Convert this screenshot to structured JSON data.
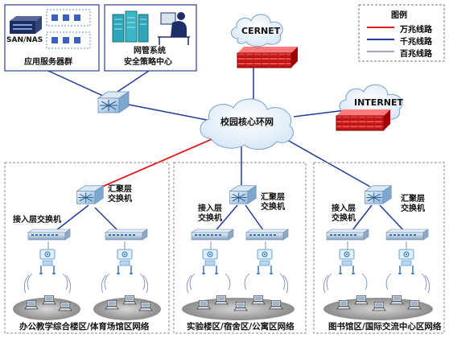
{
  "app_servers": {
    "caption": "应用服务器群",
    "san": "SAN/NAS"
  },
  "mgmt": {
    "line1": "网管系统",
    "line2": "安全策略中心"
  },
  "clouds": {
    "cernet": "CERNET",
    "internet": "INTERNET",
    "core": "校园核心环网"
  },
  "legend": {
    "title": "图例",
    "items": [
      {
        "label": "万兆线路",
        "color": "#e01c1c"
      },
      {
        "label": "千兆线路",
        "color": "#1f3a9a"
      },
      {
        "label": "百兆线路",
        "color": "#9aa2b8"
      }
    ]
  },
  "zones": [
    {
      "agg": "汇聚层\n交换机",
      "access": "接入层交换机",
      "caption": "办公教学综合楼区/体育场馆区网络"
    },
    {
      "agg": "汇聚层\n交换机",
      "access": "接入层\n交换机",
      "caption": "实验楼区/宿舍区/公寓区网络"
    },
    {
      "agg": "汇聚层\n交换机",
      "access": "接入层\n交换机",
      "caption": "图书馆区/国际交流中心区网络"
    }
  ],
  "colors": {
    "red": "#e01c1c",
    "blue": "#1f3a9a",
    "gray": "#9aa2b8"
  }
}
